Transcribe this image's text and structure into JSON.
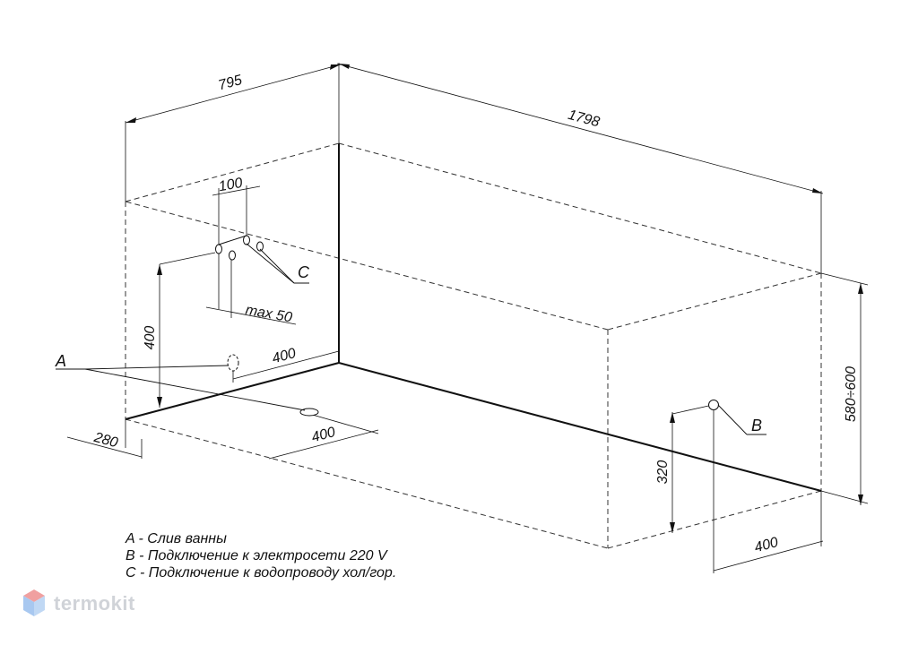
{
  "dimensions": {
    "width": "795",
    "length": "1798",
    "pipe_spacing": "100",
    "pipe_offset_max": "max 50",
    "pipe_height": "400",
    "drain_from_wall": "400",
    "drain_depth": "280",
    "drain_offset": "400",
    "height_range": "580÷600",
    "electric_height": "320",
    "electric_offset": "400"
  },
  "markers": {
    "drain": "A",
    "electric": "B",
    "water": "C"
  },
  "legend": [
    "A - Слив ванны",
    "B - Подключение к электросети 220 V",
    "C - Подключение к водопроводу хол/гор."
  ],
  "brand": {
    "name": "termokit",
    "colors": {
      "top": "#f0a0a0",
      "left": "#a8c8f0",
      "right": "#c0d8f4"
    }
  }
}
